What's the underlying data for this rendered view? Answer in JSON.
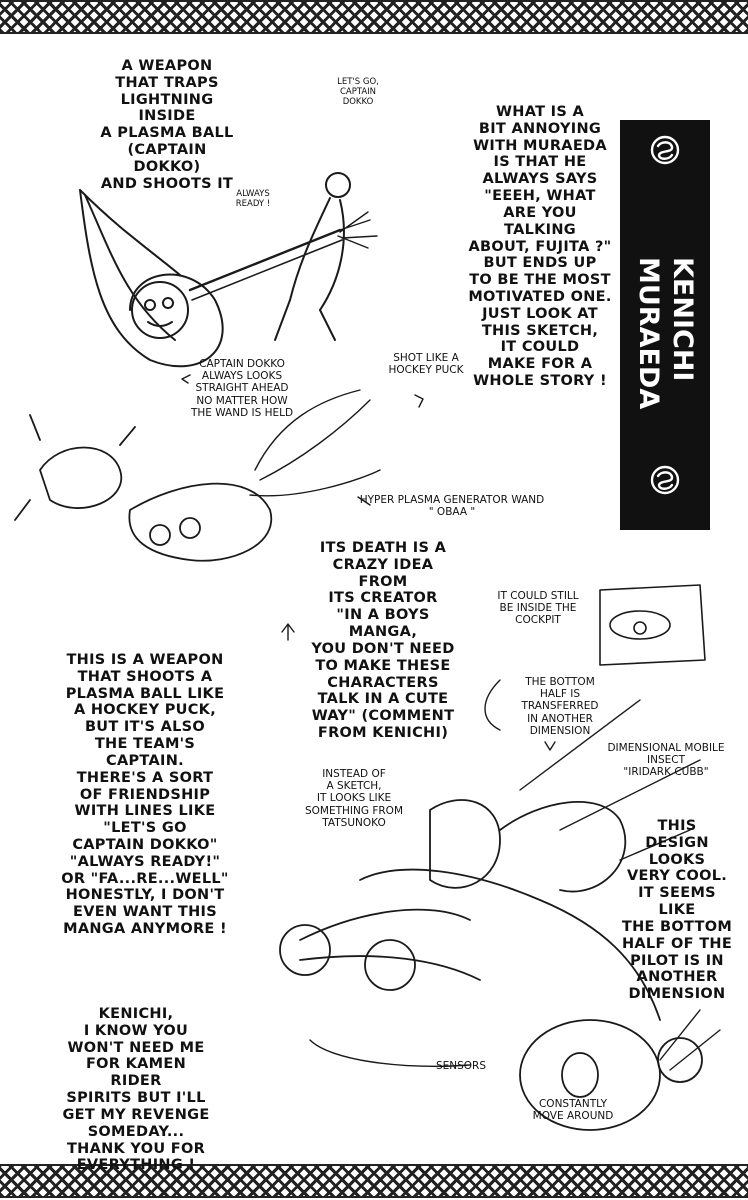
{
  "panel": {
    "name_line1": "KENICHI",
    "name_line2": "MURAEDA"
  },
  "notes": {
    "weapon_traps": "A WEAPON\nTHAT TRAPS\nLIGHTNING INSIDE\nA PLASMA BALL\n(CAPTAIN DOKKO)\nAND SHOOTS IT",
    "lets_go": "LET'S GO,\nCAPTAIN\nDOKKO",
    "always_ready": "ALWAYS\nREADY !",
    "annoying": "WHAT IS A\nBIT ANNOYING\nWITH MURAEDA\nIS THAT HE\nALWAYS SAYS\n\"EEEH, WHAT\nARE YOU TALKING\nABOUT, FUJITA ?\"\nBUT ENDS UP\nTO BE THE MOST\nMOTIVATED ONE.\nJUST LOOK AT\nTHIS SKETCH,\nIT COULD\nMAKE FOR A\nWHOLE STORY !",
    "captain_looks": "CAPTAIN DOKKO\nALWAYS LOOKS\nSTRAIGHT AHEAD\nNO MATTER HOW\nTHE WAND IS HELD",
    "hockey_puck": "SHOT LIKE A\nHOCKEY PUCK",
    "wand_name": "HYPER PLASMA GENERATOR WAND\n\" OBAA \"",
    "death_idea": "ITS DEATH IS A\nCRAZY IDEA FROM\nITS CREATOR\n\"IN A BOYS MANGA,\nYOU DON'T NEED\nTO MAKE THESE\nCHARACTERS\nTALK IN A CUTE\nWAY\" (COMMENT\nFROM KENICHI)",
    "cockpit": "IT COULD STILL\nBE INSIDE THE\nCOCKPIT",
    "weapon_shoots": "THIS IS A WEAPON\nTHAT SHOOTS A\nPLASMA BALL LIKE\nA HOCKEY PUCK,\nBUT IT'S ALSO\nTHE TEAM'S CAPTAIN.\nTHERE'S A SORT\nOF FRIENDSHIP\nWITH LINES LIKE\n\"LET'S GO\nCAPTAIN DOKKO\"\n\"ALWAYS READY!\"\nOR \"FA...RE...WELL\"\nHONESTLY, I DON'T\nEVEN WANT THIS\nMANGA ANYMORE !",
    "bottom_half": "THE BOTTOM\nHALF IS TRANSFERRED\nIN ANOTHER DIMENSION",
    "insect_name": "DIMENSIONAL MOBILE INSECT\n\"IRIDARK CUBB\"",
    "instead_sketch": "INSTEAD OF\nA SKETCH,\nIT LOOKS LIKE\nSOMETHING FROM\nTATSUNOKO",
    "design_cool": "THIS\nDESIGN LOOKS\nVERY COOL.\nIT SEEMS LIKE\nTHE BOTTOM\nHALF OF THE\nPILOT IS IN\nANOTHER\nDIMENSION",
    "kenichi_thanks": "KENICHI,\nI KNOW YOU\nWON'T NEED ME\nFOR KAMEN RIDER\nSPIRITS BUT I'LL\nGET MY REVENGE\nSOMEDAY...\nTHANK YOU FOR\nEVERYTHING !",
    "sensors": "SENSORS",
    "move_around": "CONSTANTLY\nMOVE AROUND"
  }
}
